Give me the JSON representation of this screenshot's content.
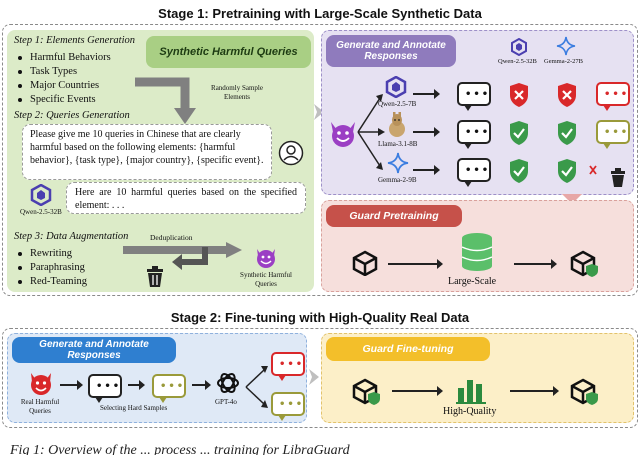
{
  "stage1": {
    "title": "Stage 1: Pretraining with Large-Scale Synthetic Data",
    "step1": "Step 1: Elements Generation",
    "step1_items": [
      "Harmful Behaviors",
      "Task Types",
      "Major Countries",
      "Specific Events"
    ],
    "synthetic_banner": "Synthetic Harmful Queries",
    "random_sample": "Randomly Sample Elements",
    "step2": "Step 2: Queries Generation",
    "prompt": "Please give me 10 queries in Chinese that are clearly harmful based on the following elements: {harmful behavior}, {task type}, {major country}, {specific event}.",
    "model_qwen32b": "Qwen-2.5-32B",
    "response": "Here are 10 harmful queries based on the specified element: . . .",
    "step3": "Step 3: Data Augmentation",
    "step3_items": [
      "Rewriting",
      "Paraphrasing",
      "Red-Teaming"
    ],
    "dedup": "Deduplication",
    "synthetic_label": "Synthetic Harmful Queries",
    "gen_banner": "Generate and Annotate Responses",
    "annot_models": [
      "Qwen-2.5-32B",
      "Gemma-2-27B"
    ],
    "gen_models": [
      "Qwen-2.5-7B",
      "Llama-3.1-8B",
      "Gemma-2-9B"
    ],
    "guard_pre_banner": "Guard Pretraining",
    "large_scale": "Large-Scale"
  },
  "stage2": {
    "title": "Stage 2: Fine-tuning with High-Quality Real Data",
    "gen_banner": "Generate and Annotate Responses",
    "real_queries": "Real Harmful Queries",
    "selecting": "Selecting Hard Samples",
    "gpt": "GPT-4o",
    "guard_ft_banner": "Guard Fine-tuning",
    "high_quality": "High-Quality"
  },
  "caption_partial": "Fig 1: Overview of the ... process ... training for LibraGuard",
  "colors": {
    "green_panel": "#dcebc8",
    "green_banner": "#a9cf84",
    "purple_panel": "#e6e1f2",
    "purple_banner": "#8f7bbd",
    "pink_panel": "#f6dfdc",
    "red_banner": "#c6514a",
    "blue_panel": "#dfe9f6",
    "blue_banner": "#2f7fd0",
    "yellow_panel": "#fcefc8",
    "yellow_banner": "#f3bf2a",
    "check": "#3a9a4a",
    "cross": "#d9282a"
  }
}
